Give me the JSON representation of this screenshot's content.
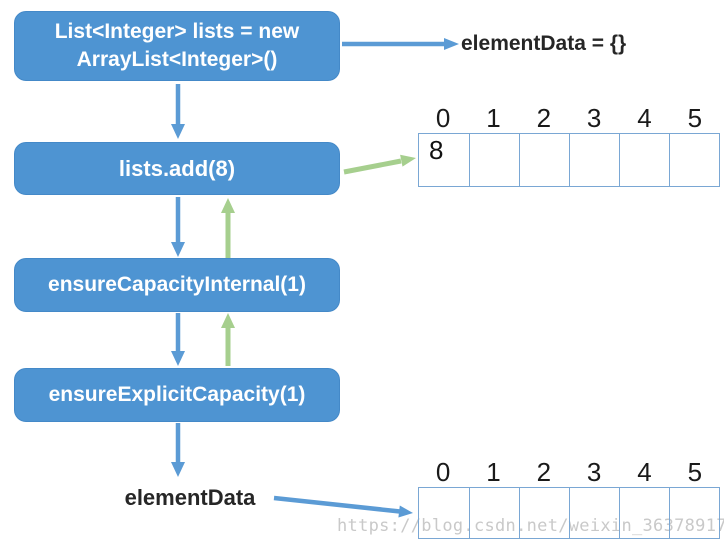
{
  "flow": {
    "box1": {
      "line1": "List<Integer> lists = new",
      "line2": "ArrayList<Integer>()"
    },
    "box2": {
      "label": "lists.add(8)"
    },
    "box3": {
      "label": "ensureCapacityInternal(1)"
    },
    "box4": {
      "label": "ensureExplicitCapacity(1)"
    }
  },
  "labels": {
    "element_data_empty": "elementData = {}",
    "element_data": "elementData"
  },
  "arrays": {
    "top": {
      "indices": [
        "0",
        "1",
        "2",
        "3",
        "4",
        "5"
      ],
      "cells": [
        "8",
        "",
        "",
        "",
        "",
        ""
      ]
    },
    "bottom": {
      "indices": [
        "0",
        "1",
        "2",
        "3",
        "4",
        "5"
      ],
      "cells": [
        "",
        "",
        "",
        "",
        "",
        ""
      ]
    }
  },
  "watermark": "https://blog.csdn.net/weixin_36378917",
  "colors": {
    "box_fill": "#4e94d2",
    "box_border": "#4489c8",
    "arrow_blue": "#5b9bd5",
    "arrow_green": "#a6cf8e",
    "array_border": "#7aa7d4",
    "text_dark": "#262626",
    "watermark": "#c9c9c9"
  }
}
